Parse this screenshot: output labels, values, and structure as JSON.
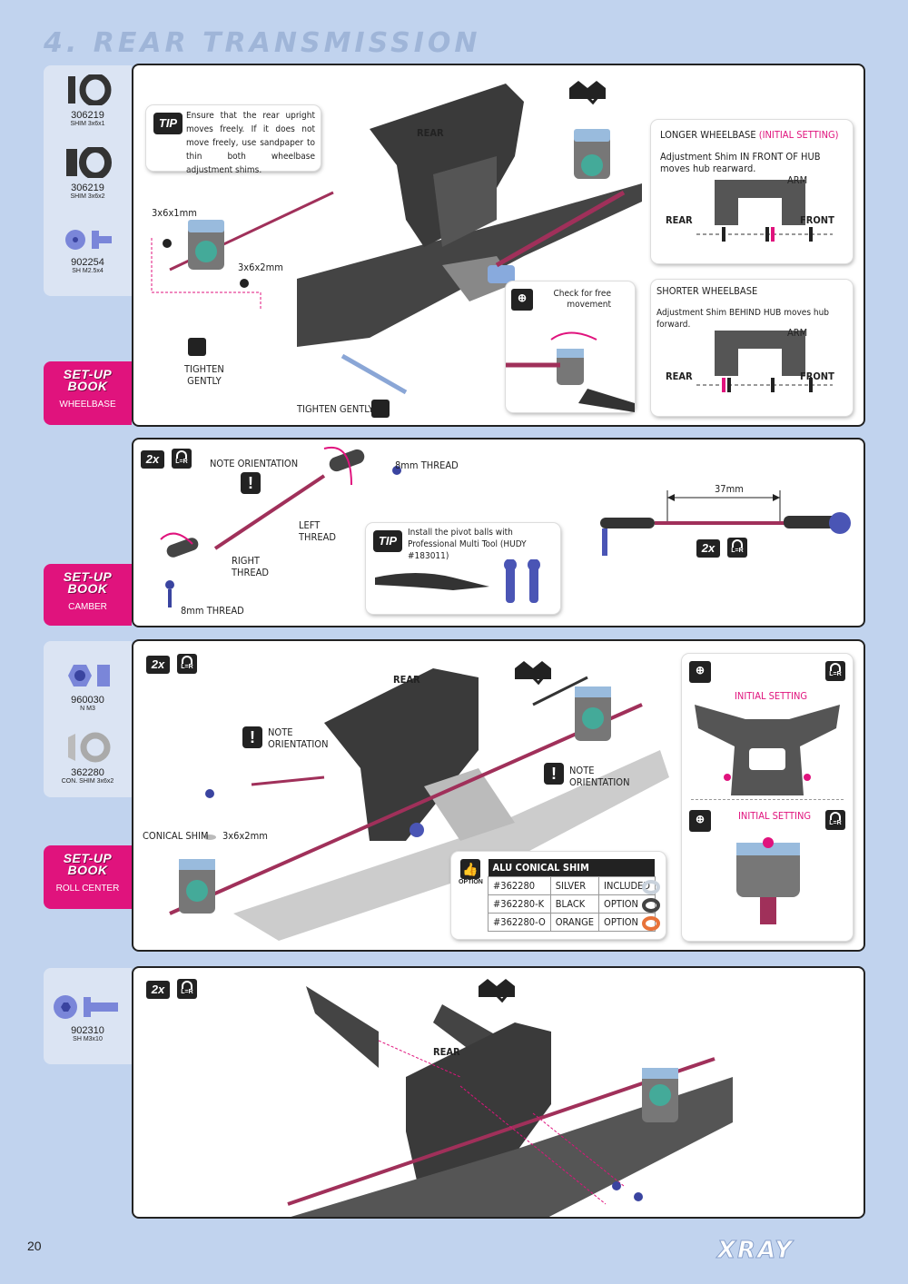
{
  "page": {
    "title": "4. REAR TRANSMISSION",
    "page_number": "20",
    "brand": "XRAY"
  },
  "sidebar1": {
    "parts": [
      {
        "code": "306219",
        "desc": "SHIM 3x6x1"
      },
      {
        "code": "306219",
        "desc": "SHIM 3x6x2"
      },
      {
        "code": "902254",
        "desc": "SH M2.5x4"
      }
    ],
    "setup": {
      "title1": "SET-UP",
      "title2": "BOOK",
      "label": "WHEELBASE"
    }
  },
  "panel1": {
    "tip_badge": "TIP",
    "tip_text": "Ensure that the rear upright moves freely. If it does not move freely, use sandpaper to thin both wheelbase adjustment shims.",
    "rear": "REAR",
    "shim1": "3x6x1mm",
    "shim2": "3x6x2mm",
    "tighten1": "TIGHTEN\nGENTLY",
    "tighten2": "TIGHTEN GENTLY",
    "check": "Check for free\nmovement",
    "detail": "DETAIL",
    "longer": {
      "title": "LONGER WHEELBASE",
      "title_highlight": "(INITIAL SETTING)",
      "desc": "Adjustment Shim IN FRONT OF HUB moves hub rearward.",
      "arm": "ARM",
      "rear": "REAR",
      "front": "FRONT"
    },
    "shorter": {
      "title": "SHORTER WHEELBASE",
      "desc": "Adjustment Shim BEHIND HUB moves hub forward.",
      "arm": "ARM",
      "rear": "REAR",
      "front": "FRONT"
    }
  },
  "sidebar2": {
    "setup": {
      "title1": "SET-UP",
      "title2": "BOOK",
      "label": "CAMBER"
    }
  },
  "panel2": {
    "count": "2x",
    "lr": "L=R",
    "note_orientation": "NOTE ORIENTATION",
    "thread_top": "8mm THREAD",
    "thread_bottom": "8mm THREAD",
    "left_thread": "LEFT\nTHREAD",
    "right_thread": "RIGHT\nTHREAD",
    "tip_badge": "TIP",
    "tip_text": "Install the pivot balls with Professional Multi Tool (HUDY #183011)",
    "dimension": "37mm"
  },
  "sidebar3": {
    "parts": [
      {
        "code": "960030",
        "desc": "N M3"
      },
      {
        "code": "362280",
        "desc": "CON. SHIM 3x6x2"
      }
    ],
    "setup": {
      "title1": "SET-UP",
      "title2": "BOOK",
      "label": "ROLL CENTER"
    }
  },
  "panel3": {
    "count": "2x",
    "lr": "L=R",
    "rear": "REAR",
    "note1": "NOTE\nORIENTATION",
    "note2": "NOTE\nORIENTATION",
    "conical": "CONICAL SHIM",
    "shim": "3x6x2mm",
    "option_label": "OPTION",
    "initial_setting_1": "INITIAL SETTING",
    "initial_setting_2": "INITIAL SETTING",
    "detail": "DETAIL",
    "table": {
      "header": "ALU CONICAL SHIM",
      "rows": [
        {
          "code": "#362280",
          "color": "SILVER",
          "status": "INCLUDED",
          "swatch": "#c9d2dc"
        },
        {
          "code": "#362280-K",
          "color": "BLACK",
          "status": "OPTION",
          "swatch": "#444444"
        },
        {
          "code": "#362280-O",
          "color": "ORANGE",
          "status": "OPTION",
          "swatch": "#e8733a"
        }
      ]
    }
  },
  "sidebar4": {
    "parts": [
      {
        "code": "902310",
        "desc": "SH M3x10"
      }
    ]
  },
  "panel4": {
    "count": "2x",
    "lr": "L=R",
    "rear": "REAR"
  }
}
